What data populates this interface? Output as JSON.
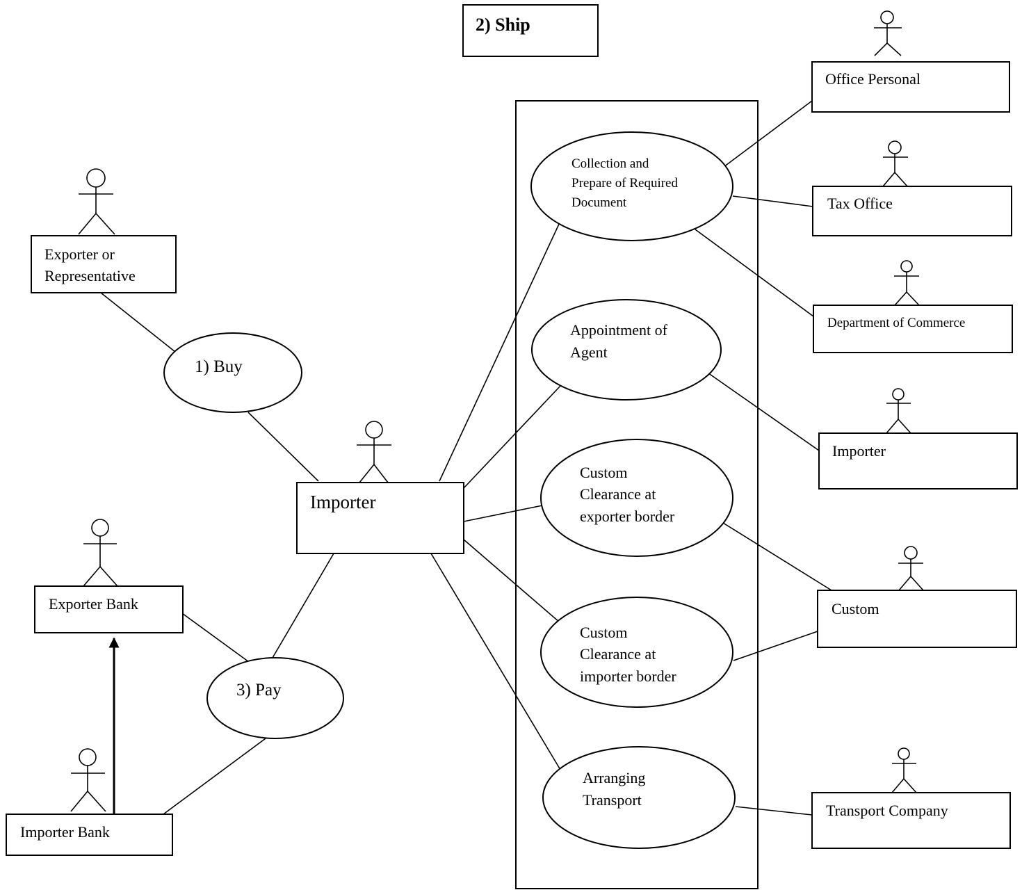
{
  "title": "2) Ship",
  "actors": {
    "exporter_rep": [
      "Exporter or",
      "Representative"
    ],
    "exporter_bank": "Exporter Bank",
    "importer_bank": "Importer Bank",
    "importer_main": "Importer",
    "office_personal": "Office Personal",
    "tax_office": "Tax Office",
    "dept_commerce": "Department of Commerce",
    "importer_right": "Importer",
    "custom": "Custom",
    "transport_company": "Transport Company"
  },
  "use_cases": {
    "buy": "1) Buy",
    "pay": "3) Pay",
    "collection": [
      "Collection and",
      "Prepare of Required",
      "Document"
    ],
    "appointment": [
      "Appointment of",
      "Agent"
    ],
    "clearance_exporter": [
      "Custom",
      "Clearance at",
      "exporter border"
    ],
    "clearance_importer": [
      "Custom",
      "Clearance at",
      "importer border"
    ],
    "transport": [
      "Arranging",
      "Transport"
    ]
  }
}
